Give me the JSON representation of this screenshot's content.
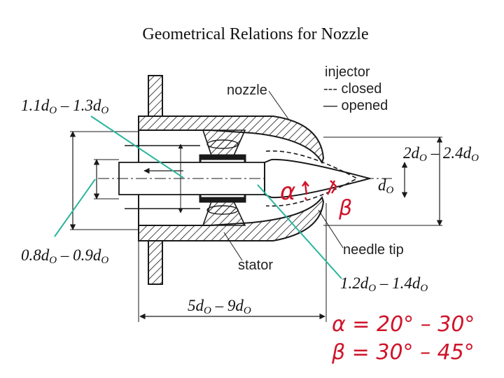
{
  "title": "Geometrical Relations for Nozzle",
  "legend": {
    "heading": "injector",
    "closed": "--- closed",
    "opened": "— opened"
  },
  "parts": {
    "nozzle": "nozzle",
    "stator": "stator",
    "needle_tip": "needle tip"
  },
  "dimensions": [
    {
      "id": "nozzle_inlet",
      "base": "1.1d",
      "sub": "O",
      "sep": " – ",
      "base2": "1.3d",
      "sub2": "O"
    },
    {
      "id": "outlet_height",
      "base": "2d",
      "sub": "O",
      "sep": " – ",
      "base2": "2.4d",
      "sub2": "O"
    },
    {
      "id": "orifice",
      "base": "d",
      "sub": "O"
    },
    {
      "id": "bore",
      "base": "0.8d",
      "sub": "O",
      "sep": " – ",
      "base2": "0.9d",
      "sub2": "O"
    },
    {
      "id": "needle",
      "base": "1.2d",
      "sub": "O",
      "sep": " – ",
      "base2": "1.4d",
      "sub2": "O"
    },
    {
      "id": "length",
      "base": "5d",
      "sub": "O",
      "sep": " – ",
      "base2": "9d",
      "sub2": "O"
    }
  ],
  "annotations": {
    "alpha_symbol": "α",
    "beta_symbol": "β",
    "alpha_range": "α = 20° – 30°",
    "beta_range": "β = 30° – 45°"
  },
  "colors": {
    "leader": "#2bb59c",
    "handwriting": "#d0142a",
    "drawing": "#1a1a1a"
  }
}
